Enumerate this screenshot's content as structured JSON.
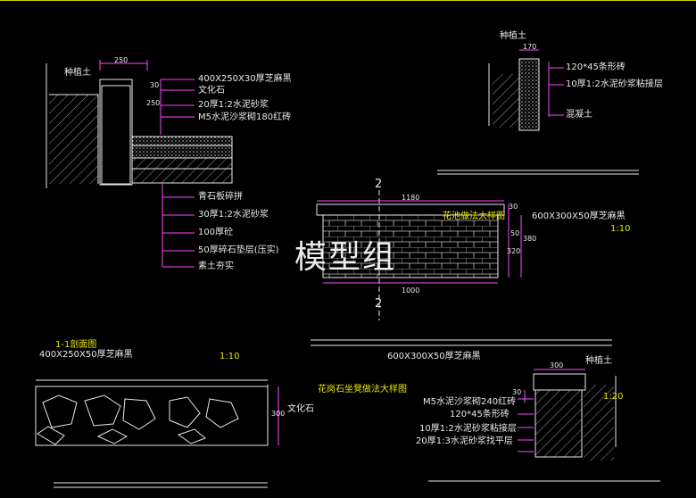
{
  "watermark": "模型组",
  "top_left": {
    "dim_width": "250",
    "soil": "种植土",
    "dim_a": "30",
    "dim_b": "250",
    "callouts_upper": [
      "400X250X30厚芝麻黑",
      "文化石",
      "20厚1:2水泥砂浆",
      "M5水泥沙浆砌180红砖"
    ],
    "callouts_lower": [
      "青石板碎拼",
      "30厚1:2水泥砂浆",
      "100厚砼",
      "50厚碎石垫层(压实)",
      "素土夯实"
    ]
  },
  "top_right": {
    "soil": "种植土",
    "dim_top": "170",
    "callouts": [
      "120*45条形砖",
      "10厚1:2水泥砂浆粘接层",
      "混凝土"
    ]
  },
  "center": {
    "section_mark_top": "2",
    "section_mark_bottom": "2",
    "dim_top": "1180",
    "dim_bottom": "1000",
    "dim_side": [
      "30",
      "50",
      "320",
      "380"
    ],
    "title": "花池做法大样图",
    "stone_label": "600X300X50厚芝麻黑",
    "scale": "1:10"
  },
  "bottom_left": {
    "title": "1-1剖面图",
    "top_label": "400X250X50厚芝麻黑",
    "scale": "1:10",
    "side_label": "文化石",
    "dim_side": "300"
  },
  "bottom_right": {
    "top_label": "600X300X50厚芝麻黑",
    "title": "花岗石坐凳做法大样图",
    "soil": "种植土",
    "dim_top": "300",
    "dim_side": "30",
    "scale": "1:20",
    "callouts": [
      "M5水泥沙浆砌240红砖",
      "120*45条形砖",
      "10厚1:2水泥砂浆粘接层",
      "20厚1:3水泥砂浆找平层"
    ]
  },
  "colors": {
    "background": "#000000",
    "line": "#e8e8e8",
    "callout": "#ff44ff",
    "dimension": "#ff44ff",
    "title": "#e6e600"
  }
}
